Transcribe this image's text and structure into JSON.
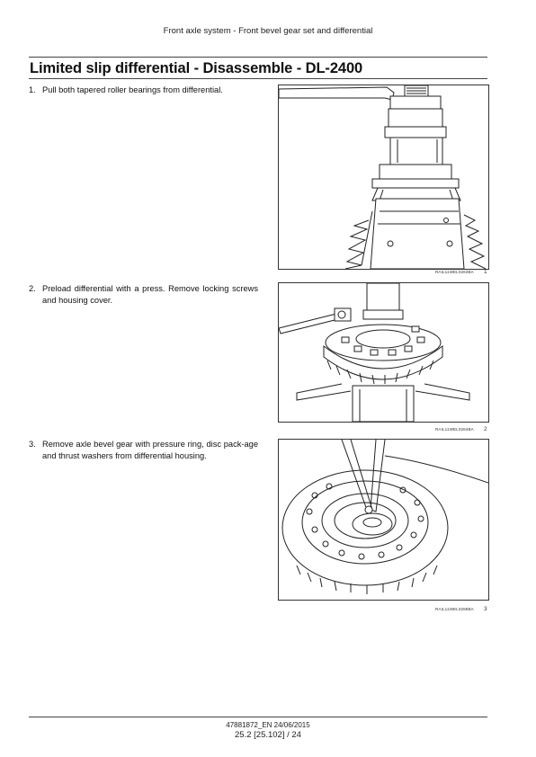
{
  "header": {
    "section": "Front axle system - Front bevel gear set and differential"
  },
  "page_title": "Limited slip differential - Disassemble - DL-2400",
  "steps": [
    {
      "number": "1.",
      "text": "Pull both tapered roller bearings from differential.",
      "figure_code": "RAIL11WEL0263BA",
      "figure_number": "1"
    },
    {
      "number": "2.",
      "text": "Preload differential with a press.  Remove locking screws and housing cover.",
      "figure_code": "RAIL11WEL0264BA",
      "figure_number": "2"
    },
    {
      "number": "3.",
      "text": "Remove axle bevel gear with pressure ring, disc pack-age and thrust washers from differential housing.",
      "figure_code": "RAIL11WEL0268BA",
      "figure_number": "3"
    }
  ],
  "footer": {
    "doc": "47881872_EN 24/06/2015",
    "page": "25.2 [25.102] / 24"
  }
}
